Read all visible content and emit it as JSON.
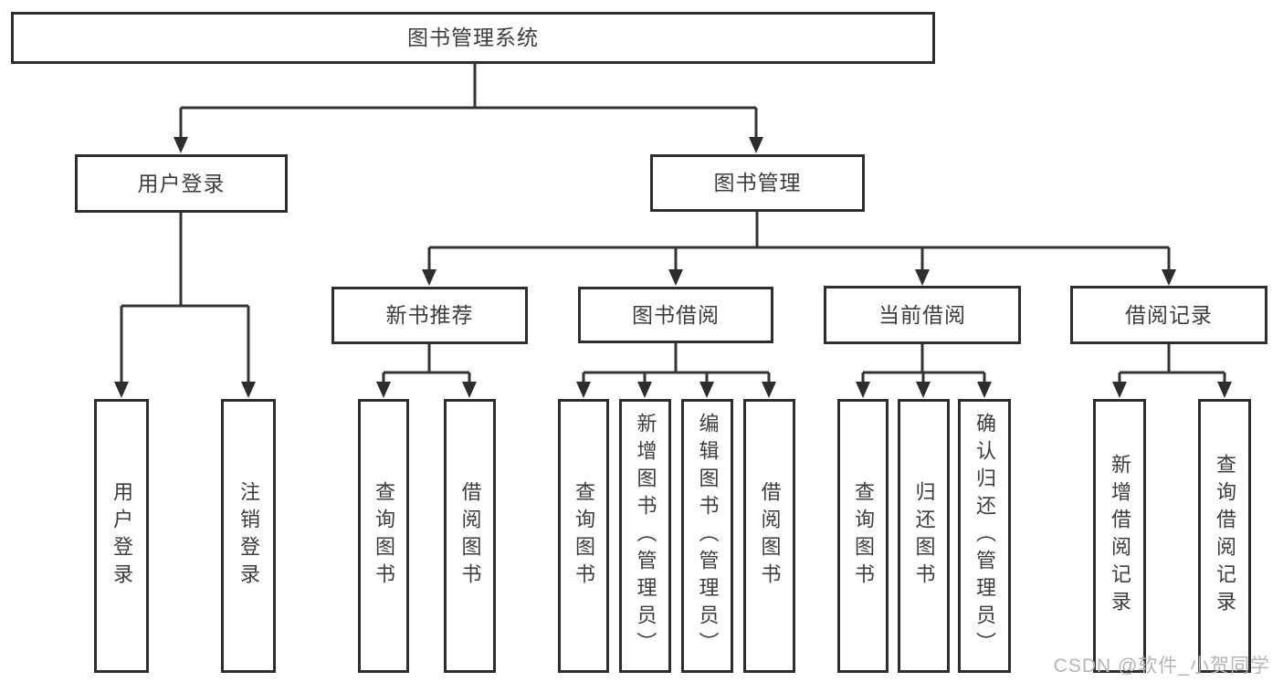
{
  "diagram": {
    "root_label": "图书管理系统",
    "level2": {
      "user_login": "用户登录",
      "book_management": "图书管理"
    },
    "level3": {
      "new_book_recommend": "新书推荐",
      "book_borrowing": "图书借阅",
      "current_borrowing": "当前借阅",
      "borrowing_records": "借阅记录"
    },
    "leaves": {
      "user_login_children": [
        "用户登录",
        "注销登录"
      ],
      "new_book_children": [
        "查询图书",
        "借阅图书"
      ],
      "book_borrowing_children": [
        "查询图书",
        "新增图书（管理员）",
        "编辑图书（管理员）",
        "借阅图书"
      ],
      "current_borrowing_children": [
        "查询图书",
        "归还图书",
        "确认归还（管理员）"
      ],
      "borrowing_records_children": [
        "新增借阅记录",
        "查询借阅记录"
      ]
    }
  },
  "watermark": "CSDN @软件_小贺同学",
  "colors": {
    "line": "#333333",
    "box_border": "#2e2e2e",
    "text": "#3d3d3d",
    "watermark": "#b5b5b5",
    "background": "#ffffff"
  }
}
